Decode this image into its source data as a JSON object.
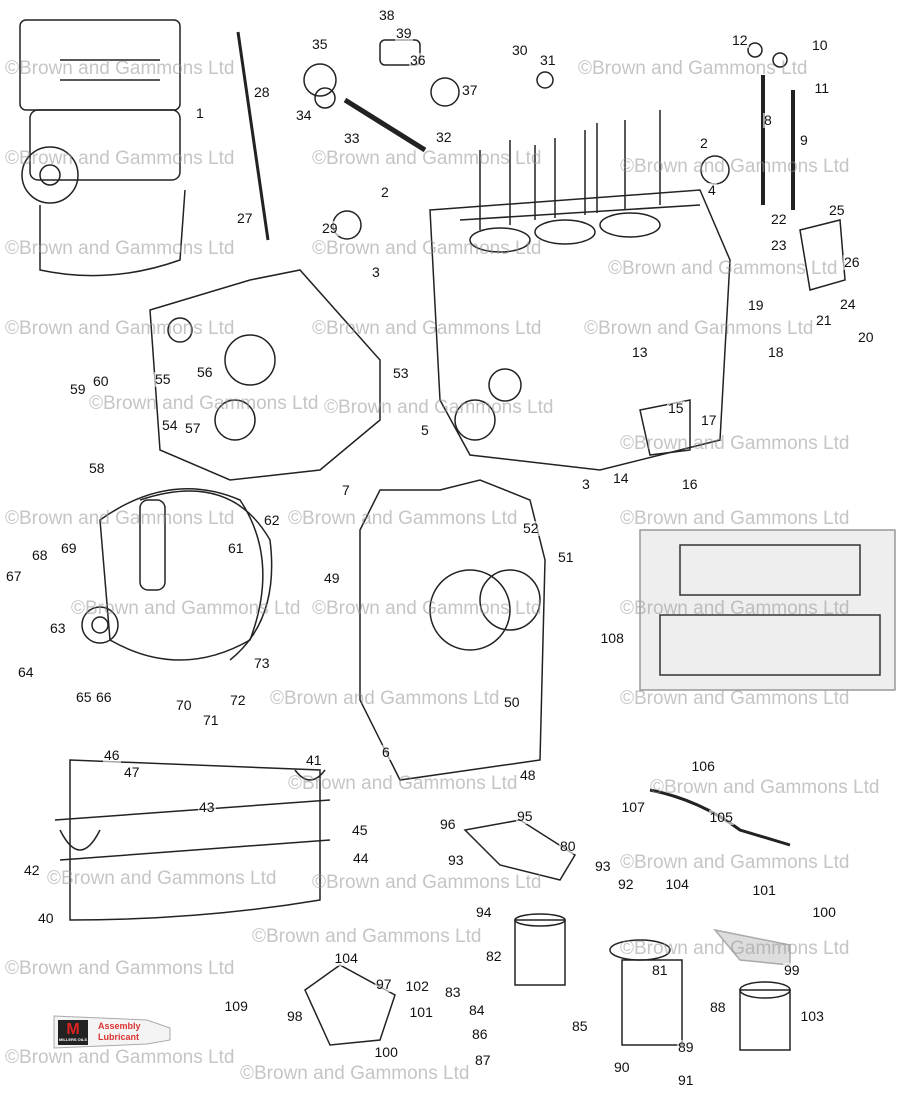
{
  "title": "Engine block, gaskets and oil system exploded parts diagram",
  "watermark": "©Brown and Gammons Ltd",
  "labels": [
    "38",
    "39",
    "35",
    "36",
    "30",
    "31",
    "12",
    "10",
    "11",
    "28",
    "37",
    "34",
    "1",
    "33",
    "32",
    "8",
    "9",
    "2",
    "4",
    "2",
    "27",
    "29",
    "22",
    "25",
    "23",
    "3",
    "26",
    "19",
    "24",
    "21",
    "20",
    "18",
    "53",
    "13",
    "55",
    "56",
    "59",
    "60",
    "54",
    "57",
    "15",
    "5",
    "17",
    "58",
    "14",
    "3",
    "16",
    "7",
    "62",
    "61",
    "52",
    "51",
    "68",
    "69",
    "49",
    "67",
    "108",
    "63",
    "73",
    "64",
    "65",
    "66",
    "70",
    "71",
    "72",
    "50",
    "6",
    "48",
    "46",
    "47",
    "41",
    "106",
    "107",
    "105",
    "43",
    "96",
    "95",
    "80",
    "45",
    "44",
    "93",
    "93",
    "42",
    "92",
    "94",
    "104",
    "101",
    "100",
    "40",
    "82",
    "81",
    "99",
    "104",
    "97",
    "102",
    "98",
    "83",
    "84",
    "85",
    "88",
    "103",
    "109",
    "101",
    "100",
    "86",
    "87",
    "89",
    "90",
    "91"
  ],
  "product": {
    "brand": "MILLERS OILS",
    "name_line1": "Assembly",
    "name_line2": "Lubricant"
  }
}
